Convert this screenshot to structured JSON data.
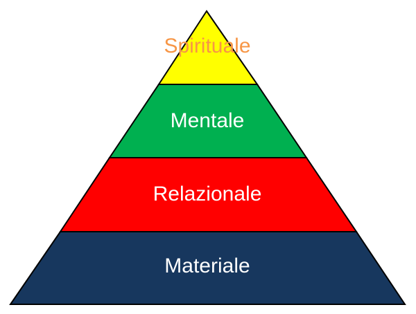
{
  "pyramid": {
    "levels": [
      {
        "label": "Spirituale",
        "fill": "#FFFF00",
        "text_color": "#F79646"
      },
      {
        "label": "Mentale",
        "fill": "#00B050",
        "text_color": "#FFFFFF"
      },
      {
        "label": "Relazionale",
        "fill": "#FF0000",
        "text_color": "#FFFFFF"
      },
      {
        "label": "Materiale",
        "fill": "#17375E",
        "text_color": "#FFFFFF"
      }
    ],
    "outline_color": "#000000"
  }
}
